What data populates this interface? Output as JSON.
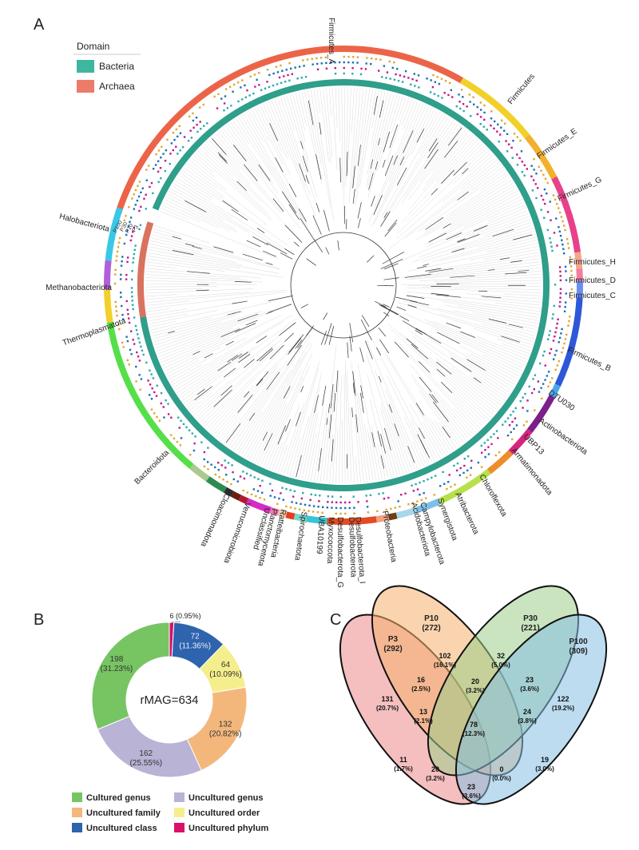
{
  "panels": {
    "a": "A",
    "b": "B",
    "c": "C"
  },
  "domain_legend": {
    "title": "Domain",
    "items": [
      {
        "label": "Bacteria",
        "color": "#3fb6a0"
      },
      {
        "label": "Archaea",
        "color": "#ec7b6a"
      }
    ]
  },
  "tree": {
    "ring_labels": [
      "P100",
      "P30",
      "P10",
      "P3"
    ],
    "ring_colors": {
      "P100": "#e2a62a",
      "P30": "#1c6fb5",
      "P10": "#c2198a",
      "P3": "#29aab0"
    },
    "phyla": [
      {
        "label": "Firmicutes_A",
        "color": "#ec6448"
      },
      {
        "label": "Firmicutes",
        "color": "#f3cf2a"
      },
      {
        "label": "Firmicutes_E",
        "color": "#f2b02c"
      },
      {
        "label": "Firmicutes_G",
        "color": "#e8418a"
      },
      {
        "label": "Firmicutes_H",
        "color": "#f5a58a"
      },
      {
        "label": "Firmicutes_D",
        "color": "#f27da0"
      },
      {
        "label": "Firmicutes_C",
        "color": "#6b8ff0"
      },
      {
        "label": "Firmicutes_B",
        "color": "#2f58d8"
      },
      {
        "label": "DTU030",
        "color": "#49a9e8"
      },
      {
        "label": "Actinobacteriota",
        "color": "#7b1f8a"
      },
      {
        "label": "UBP13",
        "color": "#d6247a"
      },
      {
        "label": "Armatimonadota",
        "color": "#ed8c2a"
      },
      {
        "label": "Chloroflexota",
        "color": "#b8e04a"
      },
      {
        "label": "Atribacterota",
        "color": "#7cc0e8"
      },
      {
        "label": "Synergistota",
        "color": "#a9d7ea"
      },
      {
        "label": "Campylobacterota",
        "color": "#6b3e16"
      },
      {
        "label": "Acidobacteriota",
        "color": "#f2a080"
      },
      {
        "label": "Proteobacteria",
        "color": "#e44a23"
      },
      {
        "label": "Desulfobacterota_I",
        "color": "#39c4d4"
      },
      {
        "label": "Desulfobacterota",
        "color": "#7ad6c6"
      },
      {
        "label": "Desulfobacterota_G",
        "color": "#e63c1e"
      },
      {
        "label": "Myxococcota",
        "color": "#f2c9a4"
      },
      {
        "label": "UBA10199",
        "color": "#f07ab4"
      },
      {
        "label": "Spirochaetota",
        "color": "#d62ac8"
      },
      {
        "label": "Ratteibacteria",
        "color": "#b3182d"
      },
      {
        "label": "Planctomycetota",
        "color": "#6c1b10"
      },
      {
        "label": "Unclassified",
        "color": "#2a2a2a"
      },
      {
        "label": "Verrucomicrobiota",
        "color": "#2e8a50"
      },
      {
        "label": "Cloacimonadota",
        "color": "#a9c98e"
      },
      {
        "label": "Bacteroidota",
        "color": "#55df48"
      },
      {
        "label": "Thermoplasmatota",
        "color": "#f3cf2a"
      },
      {
        "label": "Methanobacteriota",
        "color": "#b060d8"
      },
      {
        "label": "Halobacteriota",
        "color": "#3bc8e6"
      }
    ]
  },
  "chart_data": {
    "type": "pie",
    "center_label": "rMAG=634",
    "slices": [
      {
        "name": "Uncultured phylum",
        "value": 6,
        "label": "6 (0.95%)",
        "color": "#d8106a"
      },
      {
        "name": "Uncultured class",
        "value": 72,
        "label": "72\n(11.36%)",
        "color": "#2e63ae"
      },
      {
        "name": "Uncultured order",
        "value": 64,
        "label": "64\n(10.09%)",
        "color": "#f5ee8c"
      },
      {
        "name": "Uncultured family",
        "value": 132,
        "label": "132\n(20.82%)",
        "color": "#f3b77c"
      },
      {
        "name": "Uncultured genus",
        "value": 162,
        "label": "162\n(25.55%)",
        "color": "#b9b3d6"
      },
      {
        "name": "Cultured genus",
        "value": 198,
        "label": "198\n(31.23%)",
        "color": "#77c463"
      }
    ],
    "legend": [
      [
        "Cultured genus",
        "Uncultured genus"
      ],
      [
        "Uncultured family",
        "Uncultured order"
      ],
      [
        "Uncultured class",
        "Uncultured phylum"
      ]
    ]
  },
  "venn": {
    "sets": [
      {
        "name": "P3",
        "count": "(292)",
        "color": "#ec8a8a"
      },
      {
        "name": "P10",
        "count": "(272)",
        "color": "#f4b06c"
      },
      {
        "name": "P30",
        "count": "(221)",
        "color": "#9ccd8a"
      },
      {
        "name": "P100",
        "count": "(309)",
        "color": "#86bfe4"
      }
    ],
    "regions": [
      {
        "v": "131",
        "p": "(20.7%)"
      },
      {
        "v": "102",
        "p": "(16.1%)"
      },
      {
        "v": "32",
        "p": "(5.0%)"
      },
      {
        "v": "122",
        "p": "(19.2%)"
      },
      {
        "v": "16",
        "p": "(2.5%)"
      },
      {
        "v": "20",
        "p": "(3.2%)"
      },
      {
        "v": "23",
        "p": "(3.6%)"
      },
      {
        "v": "13",
        "p": "(2.1%)"
      },
      {
        "v": "24",
        "p": "(3.8%)"
      },
      {
        "v": "78",
        "p": "(12.3%)"
      },
      {
        "v": "11",
        "p": "(1.7%)"
      },
      {
        "v": "19",
        "p": "(3.0%)"
      },
      {
        "v": "20",
        "p": "(3.2%)"
      },
      {
        "v": "0",
        "p": "(0.0%)"
      },
      {
        "v": "23",
        "p": "(3.6%)"
      }
    ]
  }
}
